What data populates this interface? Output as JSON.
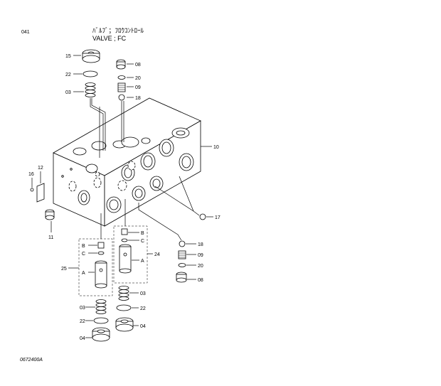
{
  "header": {
    "page_no": "041",
    "title_jp": "ﾊﾞﾙﾌﾞ；ﾌﾛｳｺﾝﾄﾛｰﾙ",
    "title_en": "VALVE ; FC"
  },
  "figure_code": "0672400A",
  "callouts": {
    "c15": "15",
    "c22a": "22",
    "c03a": "03",
    "c08a": "08",
    "c20a": "20",
    "c09a": "09",
    "c18a": "18",
    "c10": "10",
    "c16": "16",
    "c12": "12",
    "c11": "11",
    "c17": "17",
    "c18b": "18",
    "c09b": "09",
    "c20b": "20",
    "c08b": "08",
    "c24": "24",
    "c25": "25",
    "c03b": "03",
    "c22b": "22",
    "c04b": "04",
    "c03c": "03",
    "c22c": "22",
    "c04c": "04"
  },
  "sublabels": {
    "b_left": "B",
    "c_left": "C",
    "a_left": "A",
    "b_right": "B",
    "c_right": "C",
    "a_right": "A"
  }
}
